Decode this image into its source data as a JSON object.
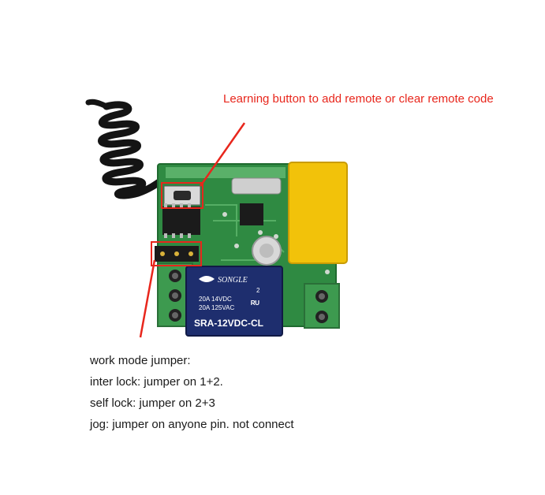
{
  "annotations": {
    "learning_button_callout": "Learning button to add remote or clear remote code",
    "work_mode_title": "work mode jumper:",
    "modes": [
      "inter lock: jumper on 1+2.",
      "self lock: jumper on  2+3",
      "jog: jumper on anyone pin.  not connect"
    ]
  },
  "relay": {
    "brand": "SONGLE",
    "rating_line1": "20A 14VDC",
    "rating_line2": "20A 125VAC",
    "model": "SRA-12VDC-CL",
    "pin_number": "2"
  },
  "colors": {
    "callout_red": "#e8261c",
    "pcb_green": "#2f8a42",
    "capacitor_yellow": "#f2c20a",
    "relay_blue": "#1e2e6e",
    "terminal_green": "#3d9a4f",
    "antenna_black": "#141414"
  },
  "icons": {
    "antenna": "coil-antenna-icon",
    "relay_mark": "ul-certification-icon"
  }
}
